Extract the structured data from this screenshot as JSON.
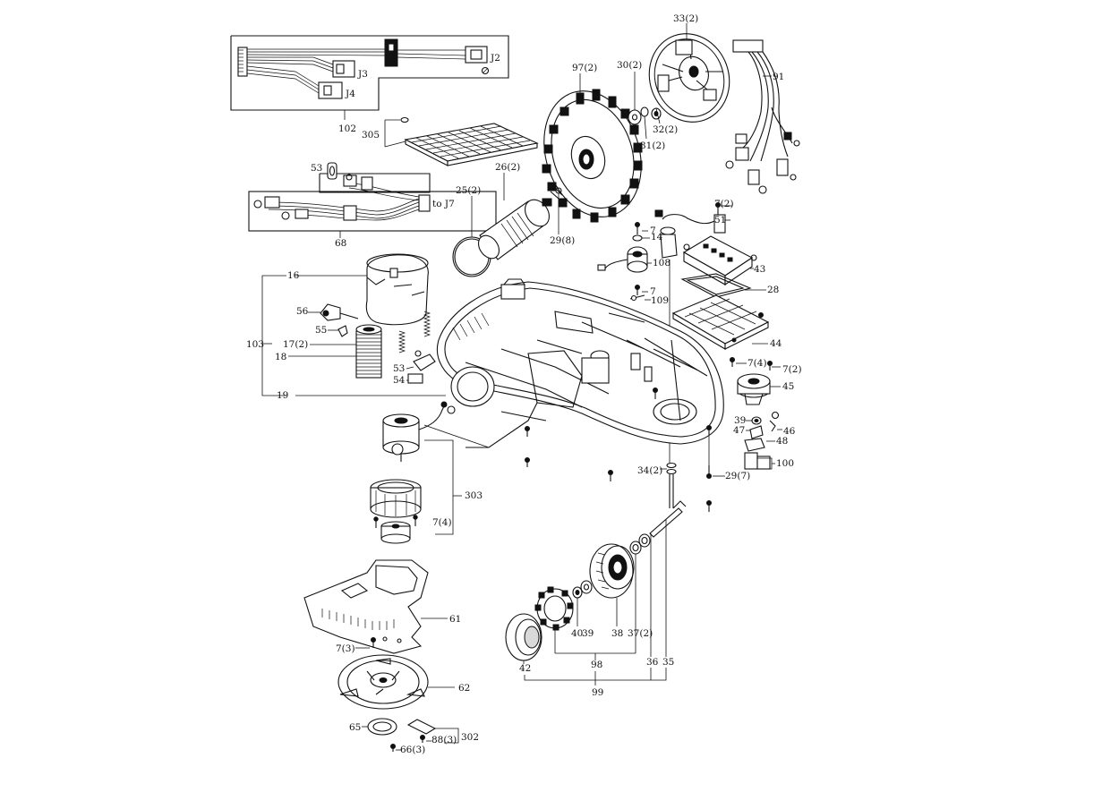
{
  "labels": {
    "l_33": "33(2)",
    "l_97": "97(2)",
    "l_30": "30(2)",
    "l_32": "32(2)",
    "l_31": "31(2)",
    "l_91": "91",
    "l_j2": "J2",
    "l_j3": "J3",
    "l_j4": "J4",
    "l_102": "102",
    "l_305": "305",
    "l_53a": "53",
    "l_26": "26(2)",
    "l_25": "25(2)",
    "l_toj7": "to J7",
    "l_68": "68",
    "l_29_8": "29(8)",
    "l_7_2a": "7(2)",
    "l_51": "51",
    "l_7a": "7",
    "l_14": "14",
    "l_108": "108",
    "l_43": "43",
    "l_7b": "7",
    "l_109": "109",
    "l_28": "28",
    "l_16": "16",
    "l_56": "56",
    "l_55": "55",
    "l_103": "103",
    "l_17": "17(2)",
    "l_18": "18",
    "l_44": "44",
    "l_7_4a": "7(4)",
    "l_7_2b": "7(2)",
    "l_53b": "53",
    "l_54": "54",
    "l_45": "45",
    "l_19": "19",
    "l_39a": "39",
    "l_47": "47",
    "l_46": "46",
    "l_48": "48",
    "l_100": "100",
    "l_34": "34(2)",
    "l_29_7": "29(7)",
    "l_303": "303",
    "l_7_4b": "7(4)",
    "l_61": "61",
    "l_7_3": "7(3)",
    "l_40": "40",
    "l_39b": "39",
    "l_38": "38",
    "l_37": "37(2)",
    "l_42": "42",
    "l_98": "98",
    "l_36": "36",
    "l_35": "35",
    "l_99": "99",
    "l_62": "62",
    "l_65": "65",
    "l_88": "88(3)",
    "l_302": "302",
    "l_66": "66(3)"
  }
}
